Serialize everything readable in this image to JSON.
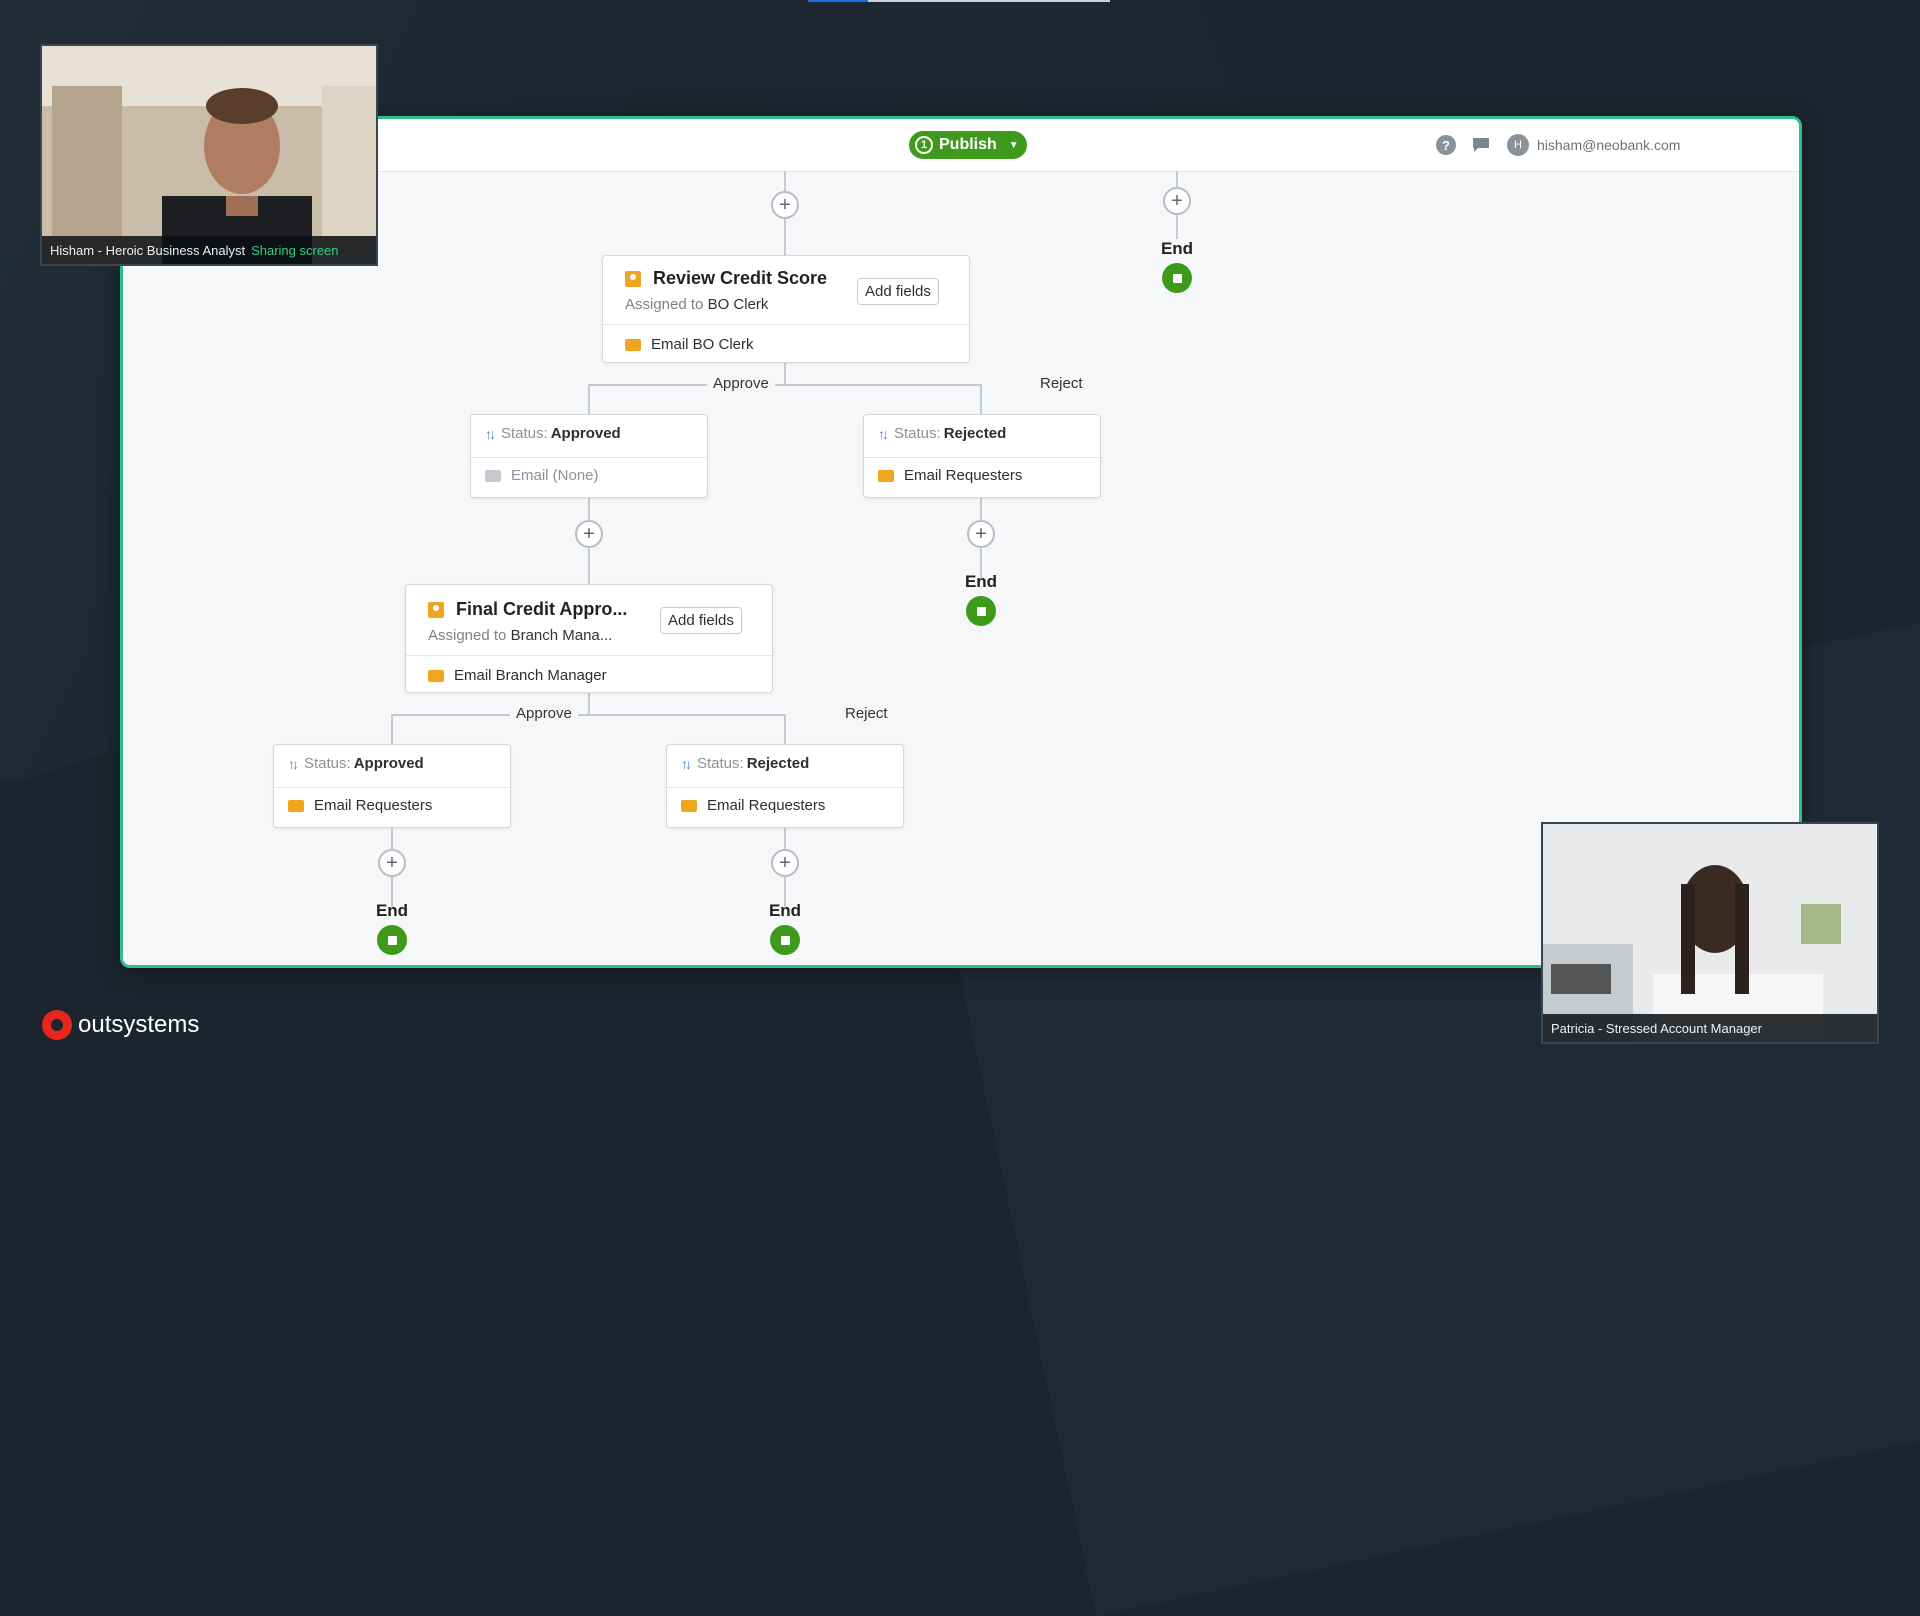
{
  "publish": {
    "label": "Publish",
    "badge": "1",
    "caret": "▼"
  },
  "header": {
    "help_icon": "?",
    "chat_icon": "▮",
    "avatar_initial": "H",
    "user_email": "hisham@neobank.com"
  },
  "flow": {
    "plus": "+",
    "end_label": "End",
    "review_task": {
      "title": "Review Credit Score",
      "assigned_prefix": "Assigned to",
      "assignee": "BO Clerk",
      "add_fields": "Add fields",
      "email": "Email BO Clerk"
    },
    "approve_label": "Approve",
    "reject_label": "Reject",
    "status_prefix": "Status:",
    "status_approved": "Approved",
    "status_rejected": "Rejected",
    "email_none": "Email (None)",
    "email_requesters": "Email Requesters",
    "final_task": {
      "title": "Final Credit Appro...",
      "assigned_prefix": "Assigned to",
      "assignee": "Branch Mana...",
      "add_fields": "Add fields",
      "email": "Email Branch Manager"
    }
  },
  "participants": {
    "presenter": {
      "name": "Hisham - Heroic Business Analyst",
      "status": "Sharing screen"
    },
    "viewer": {
      "name": "Patricia - Stressed Account Manager"
    }
  },
  "brand": {
    "name": "outsystems"
  },
  "colors": {
    "accent_green": "#3f9a1c",
    "task_orange": "#f0a51f",
    "frame_green": "#2fbf8a",
    "brand_red": "#e8261c"
  }
}
